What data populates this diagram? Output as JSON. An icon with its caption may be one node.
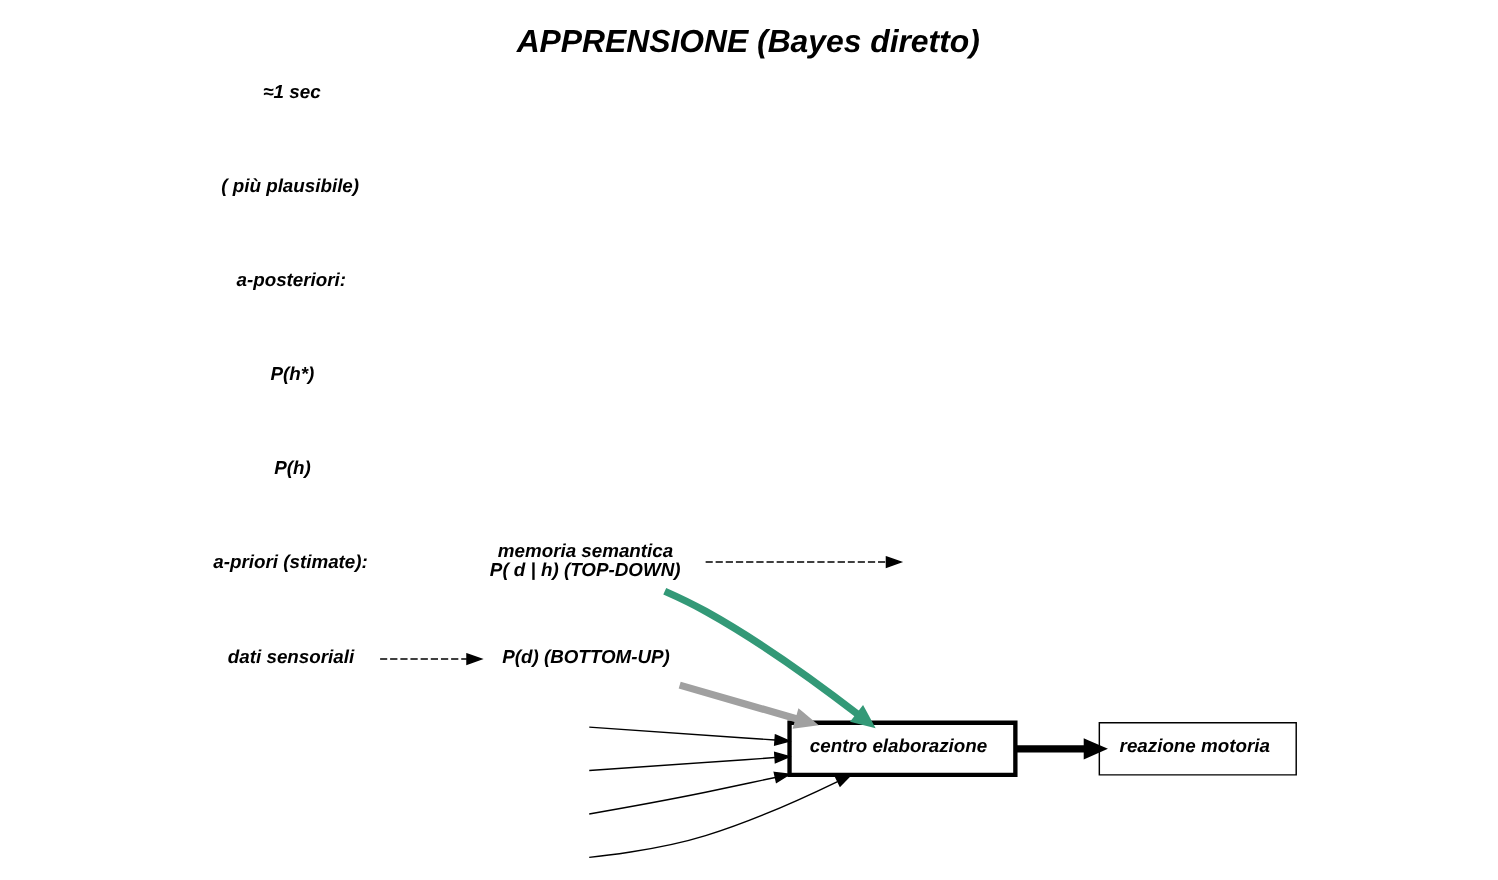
{
  "diagram": {
    "title": "APPRENSIONE (Bayes diretto)",
    "nodes": [
      {
        "text": [
          "centro elaborazione"
        ]
      },
      {
        "text": [
          "reazione motoria"
        ]
      },
      {
        "text": [
          "memoria semantica",
          "P( d | h) (TOP-DOWN)"
        ]
      },
      {
        "text": [
          "P(d) (BOTTOM-UP)"
        ]
      },
      {
        "text": [
          "dati sensoriali"
        ]
      }
    ],
    "edges": [
      {
        "from": null,
        "to": 0,
        "arrow": "to"
      },
      {
        "from": null,
        "to": 0,
        "arrow": "to"
      },
      {
        "from": null,
        "to": 0,
        "arrow": "to"
      },
      {
        "from": null,
        "to": 0,
        "arrow": "to"
      },
      {
        "from": 2,
        "to": 0,
        "arrow": "to",
        "style": "thick",
        "color": "#339977"
      },
      {
        "from": 3,
        "to": 0,
        "arrow": "to",
        "style": "thick",
        "color": "#a0a0a0"
      },
      {
        "from": 0,
        "to": 1,
        "arrow": "to",
        "style": "thick"
      },
      {
        "from": 2,
        "to": null,
        "arrow": "to",
        "style": "dashed"
      },
      {
        "from": 4,
        "to": 3,
        "arrow": "to",
        "style": "dashed"
      }
    ],
    "labels": [
      "a-priori (stimate):",
      "P(h)",
      "P(h*)",
      "a-posteriori:",
      "( più plausibile)",
      "≈1 sec"
    ]
  }
}
